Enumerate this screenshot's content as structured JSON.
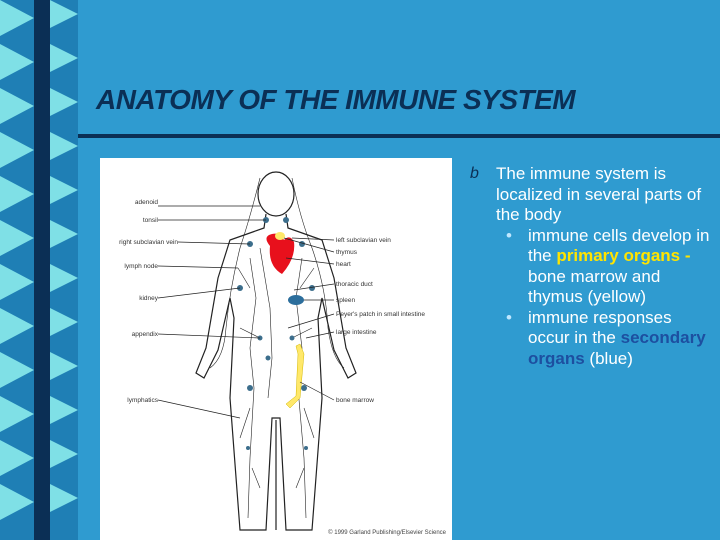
{
  "slide": {
    "title": "ANATOMY OF THE IMMUNE SYSTEM",
    "bullet_marker": "b",
    "bullet_main": "The immune system is localized in several parts of the body",
    "sub_marker": "•",
    "sub1_text_a": "immune cells develop in the",
    "sub1_highlight": "primary organs -",
    "sub1_text_b": "bone marrow and thymus (yellow)",
    "sub2_text_a": "immune responses occur in the",
    "sub2_highlight": "secondary organs",
    "sub2_text_b": "(blue)"
  },
  "figure": {
    "labels_left": [
      "adenoid",
      "tonsil",
      "right subclavian vein",
      "lymph node",
      "kidney",
      "appendix",
      "lymphatics"
    ],
    "labels_right": [
      "left subclavian vein",
      "thymus",
      "heart",
      "thoracic duct",
      "spleen",
      "Peyer's patch in small intestine",
      "large intestine",
      "bone marrow"
    ],
    "copyright": "© 1999 Garland Publishing/Elsevier Science"
  },
  "colors": {
    "background": "#2f9bd0",
    "navy": "#0b2f55",
    "primary_highlight": "#ffe400",
    "secondary_highlight": "#1d4fa0"
  }
}
